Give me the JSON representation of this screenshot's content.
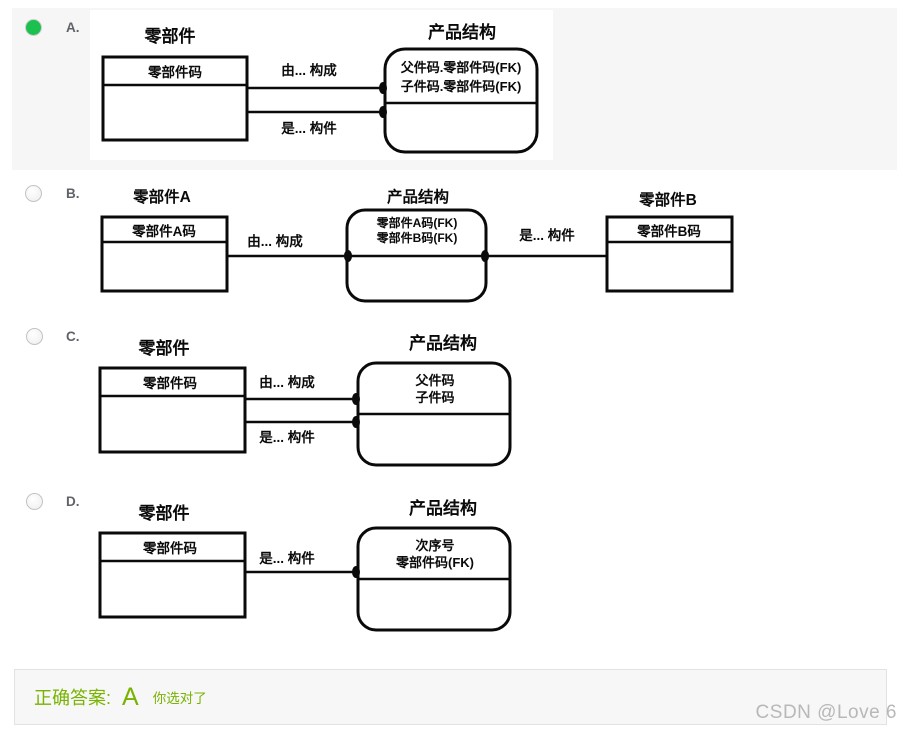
{
  "options": [
    {
      "letter": "A.",
      "selected": true,
      "diagram": {
        "entity_title": "零部件",
        "entity_key": "零部件码",
        "rel1": "由... 构成",
        "rel2": "是... 构件",
        "assoc_title": "产品结构",
        "attr1": "父件码.零部件码(FK)",
        "attr2": "子件码.零部件码(FK)"
      }
    },
    {
      "letter": "B.",
      "selected": false,
      "diagram": {
        "entity_a_title": "零部件A",
        "entity_a_key": "零部件A码",
        "rel1": "由... 构成",
        "rel2": "是... 构件",
        "assoc_title": "产品结构",
        "attr1": "零部件A码(FK)",
        "attr2": "零部件B码(FK)",
        "entity_b_title": "零部件B",
        "entity_b_key": "零部件B码"
      }
    },
    {
      "letter": "C.",
      "selected": false,
      "diagram": {
        "entity_title": "零部件",
        "entity_key": "零部件码",
        "rel1": "由... 构成",
        "rel2": "是... 构件",
        "assoc_title": "产品结构",
        "attr1": "父件码",
        "attr2": "子件码"
      }
    },
    {
      "letter": "D.",
      "selected": false,
      "diagram": {
        "entity_title": "零部件",
        "entity_key": "零部件码",
        "rel1": "是... 构件",
        "assoc_title": "产品结构",
        "attr1": "次序号",
        "attr2": "零部件码(FK)"
      }
    }
  ],
  "answer": {
    "prefix": "正确答案:",
    "letter": "A",
    "result": "你选对了"
  },
  "watermark": "CSDN @Love 6",
  "colors": {
    "selected_radio_green": "#1cc04e",
    "answer_green": "#77b300",
    "row_highlight_gray": "#f6f6f6",
    "diagram_stroke": "#0a0a0a",
    "watermark_gray": "#b8b8b8"
  }
}
